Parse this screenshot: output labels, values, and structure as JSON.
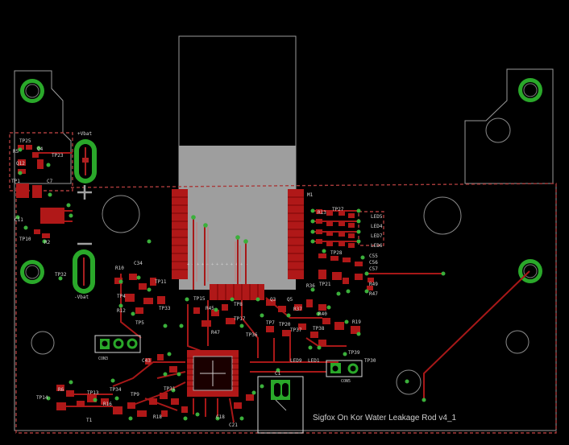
{
  "board_title": "Sigfox On Kor Water Leakage Rod v4_1",
  "labels": {
    "vbat_top": "+Vbat",
    "vbat_bottom": "-Vbat",
    "m1": "M1",
    "tp25": "TP25",
    "q4": "Q4",
    "r5": "R5",
    "q12": "Q12",
    "tp23": "TP23",
    "tp1": "TP1",
    "c7": "C7",
    "c11": "C11",
    "tp10": "TP10",
    "r2": "R2",
    "tp32": "TP32",
    "r10": "R10",
    "c34": "C34",
    "tp11": "TP11",
    "tp4": "TP4",
    "r12": "R12",
    "tp5": "TP5",
    "tp33": "TP33",
    "tp15": "TP15",
    "tp8": "TP8",
    "tp17": "TP17",
    "r45": "R45",
    "r47": "R47",
    "tp36": "TP36",
    "q3": "Q3",
    "tp7": "TP7",
    "tp20": "TP20",
    "r37": "R37",
    "tp37": "TP37",
    "tp38": "TP38",
    "r19": "R19",
    "tp39": "TP39",
    "tp30": "TP30",
    "c43": "C43",
    "tp31": "TP31",
    "tp13": "TP13",
    "tp14": "TP14",
    "tp34": "TP34",
    "tp9": "TP9",
    "r16": "R16",
    "r6": "R6",
    "r18": "R18",
    "t1": "T1",
    "c18": "C18",
    "c21": "C21",
    "r13": "R13",
    "tp27": "TP27",
    "led5": "LED5",
    "led4": "LED4",
    "led7": "LED7",
    "led6": "LED6",
    "tp28": "TP28",
    "r36": "R36",
    "tp21": "TP21",
    "r49": "R49",
    "r47b": "R47",
    "c55": "C55",
    "c56": "C56",
    "c57": "C57",
    "led9": "LED9",
    "led1": "LED1",
    "r40": "R40",
    "q5": "Q5",
    "c1": "C1",
    "con_top": "CON3",
    "con_right": "CON5",
    "pins_row": "+  +  +  +  +  +  +  +"
  }
}
